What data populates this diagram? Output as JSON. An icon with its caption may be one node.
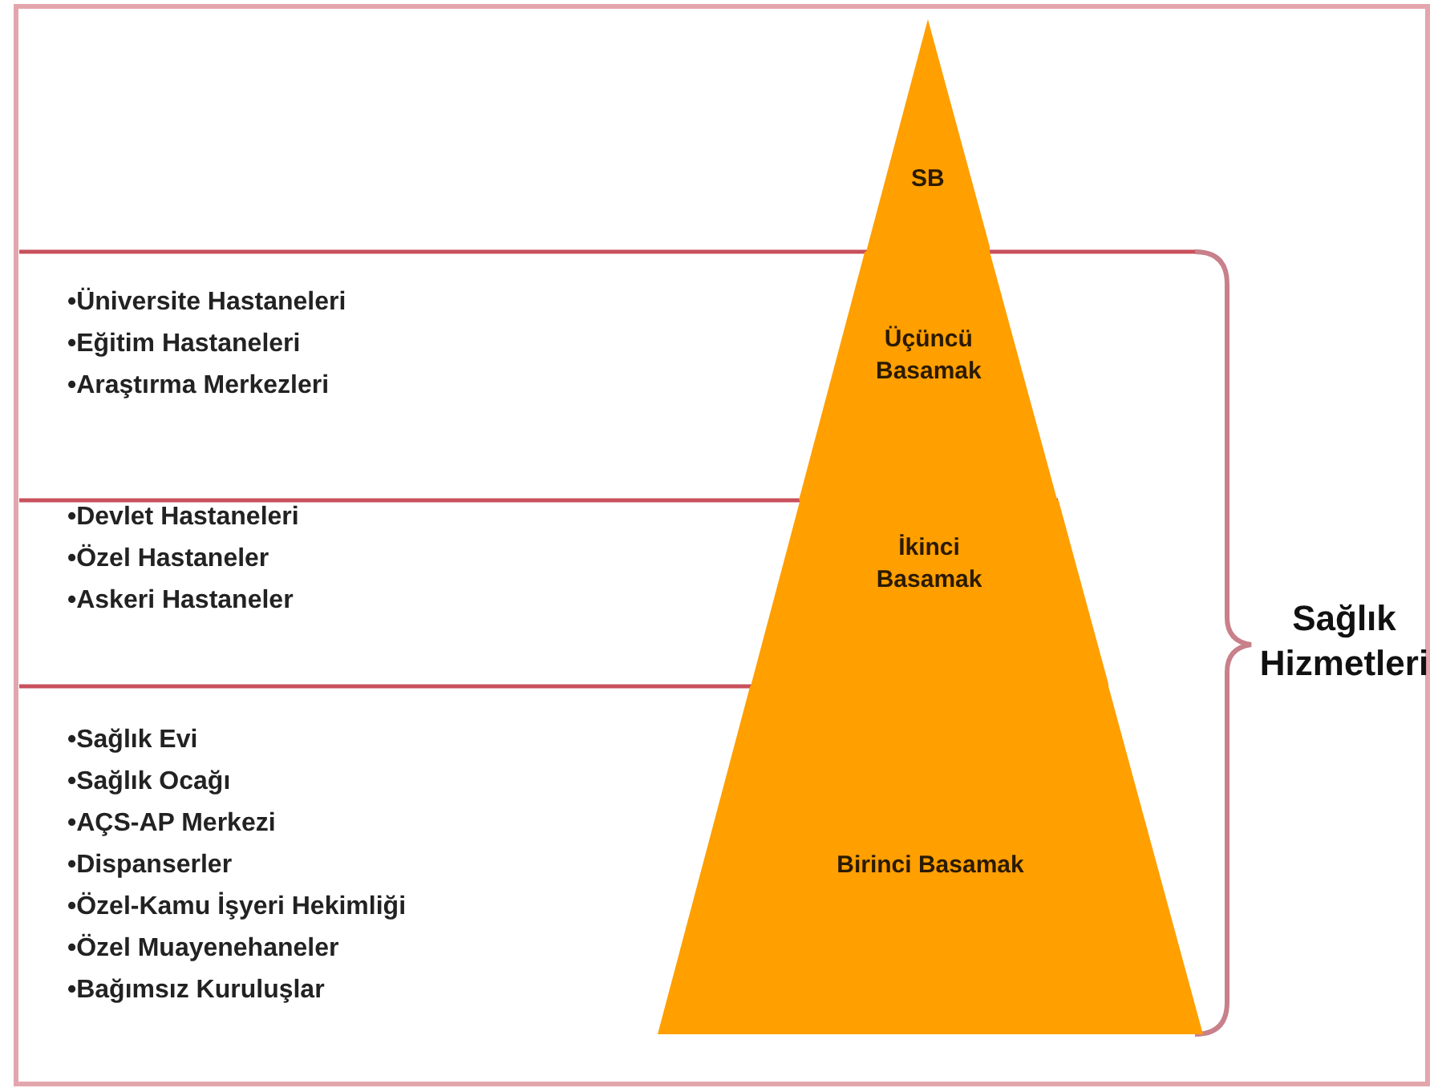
{
  "diagram": {
    "nodes": [
      {
        "text": [
          "SB"
        ]
      },
      {
        "text": [
          "Üçüncü Basamak"
        ],
        "beside": [
          "•Üniversite Hastaneleri",
          "•Eğitim Hastaneleri",
          "•Araştırma Merkezleri"
        ]
      },
      {
        "text": [
          "İkinci Basamak"
        ],
        "beside": [
          "•Devlet Hastaneleri",
          "•Özel Hastaneler",
          "•Askeri Hastaneler"
        ]
      },
      {
        "text": [
          "Birinci Basamak"
        ],
        "beside": [
          "•Sağlık Evi",
          "•Sağlık Ocağı",
          "•AÇS-AP Merkezi",
          "•Dispanserler",
          "•Özel-Kamu İşyeri Hekimliği",
          "•Özel Muayenehaneler",
          "•Bağımsız Kuruluşlar"
        ]
      }
    ],
    "edges": [],
    "labels": [
      "Sağlık Hizmetleri"
    ]
  }
}
